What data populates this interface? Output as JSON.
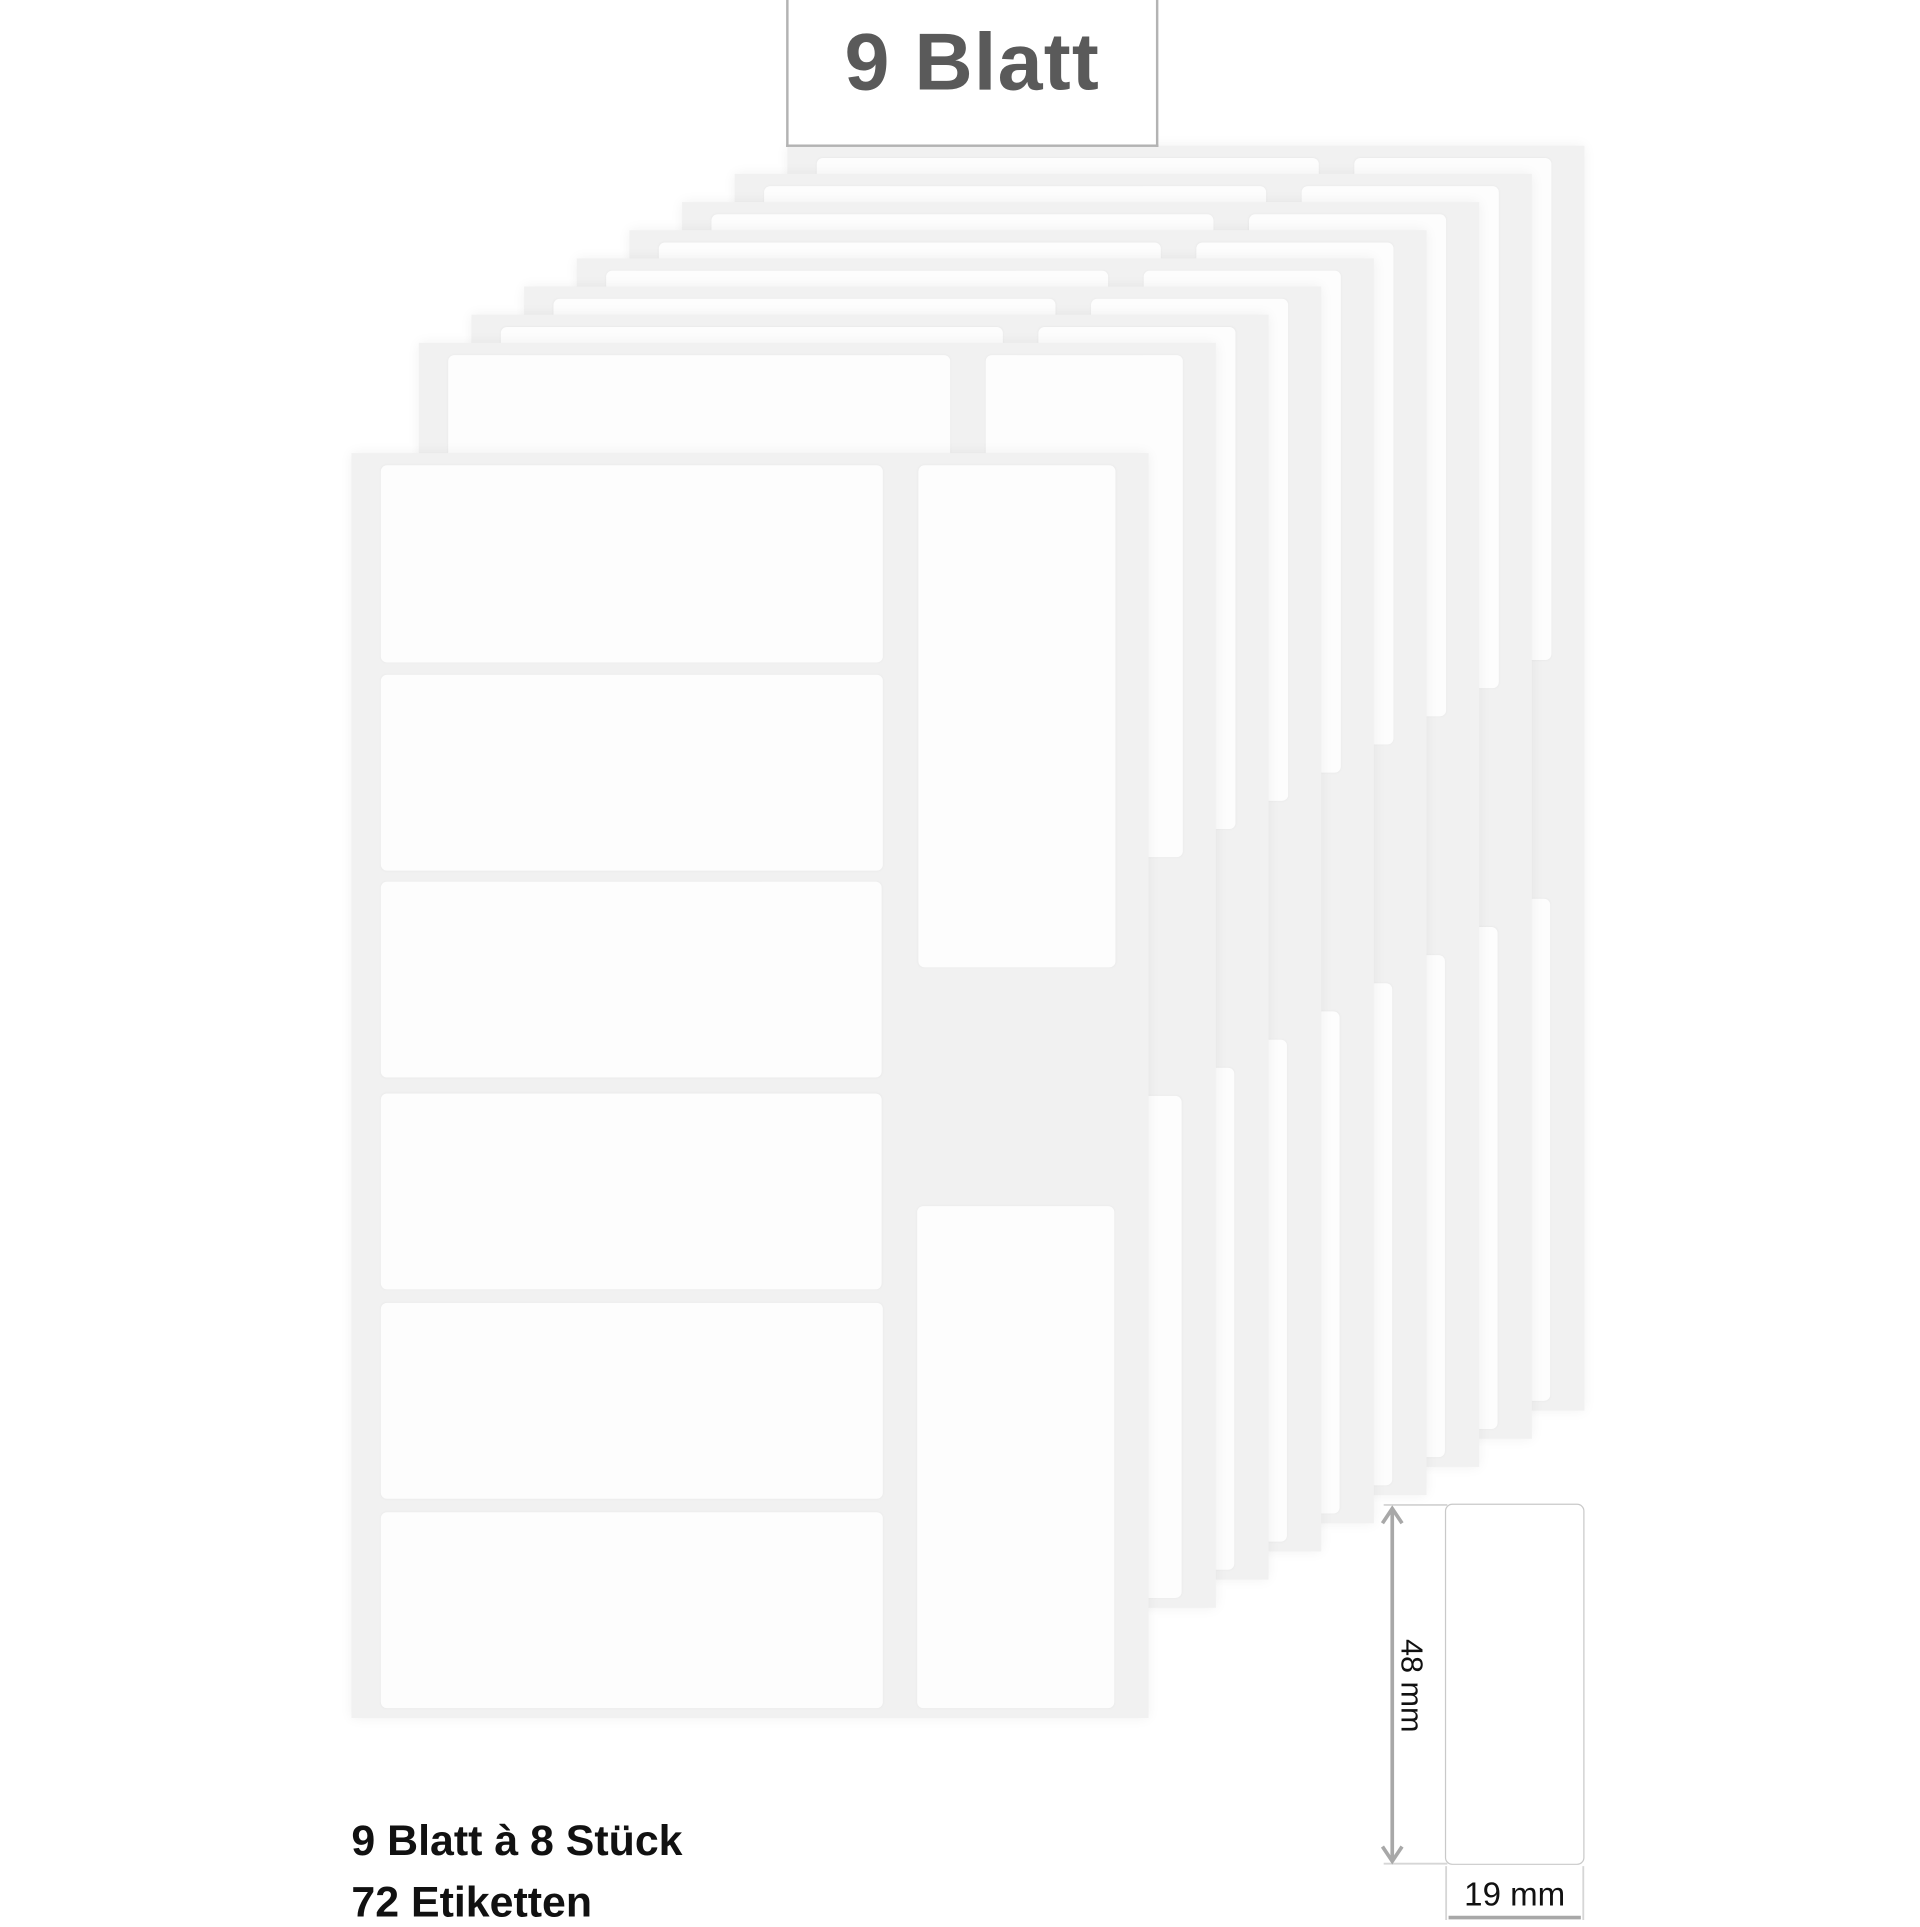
{
  "title": "9 Blatt",
  "info": {
    "line1": "9 Blatt à 8 Stück",
    "line2": "72 Etiketten"
  },
  "dimensions": {
    "height": "48 mm",
    "width": "19 mm"
  },
  "sheet_count": 9,
  "labels_per_sheet": 8,
  "colors": {
    "sheet": "#f1f1f1",
    "label": "#fdfdfd",
    "title_text": "#5a5a5a",
    "dimension_lines": "#a8a8a8"
  }
}
